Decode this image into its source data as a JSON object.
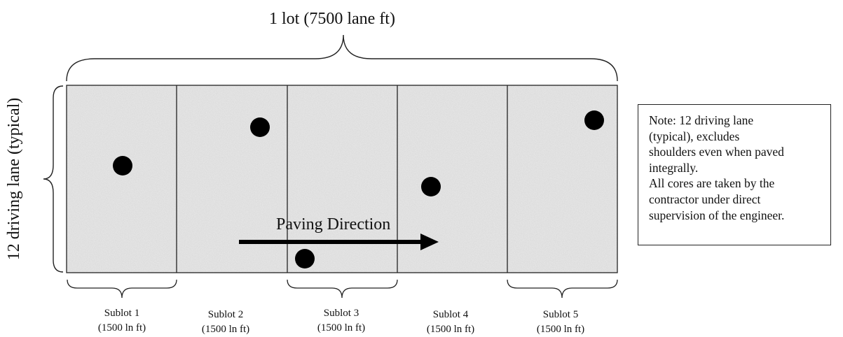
{
  "title": "1 lot (7500 lane ft)",
  "side_label": "12 driving lane (typical)",
  "direction_label": "Paving Direction",
  "sublots": [
    {
      "name": "Sublot 1",
      "length": "(1500 ln ft)",
      "braced": true
    },
    {
      "name": "Sublot 2",
      "length": "(1500 ln ft)",
      "braced": false
    },
    {
      "name": "Sublot 3",
      "length": "(1500 ln ft)",
      "braced": true
    },
    {
      "name": "Sublot 4",
      "length": "(1500 ln ft)",
      "braced": false
    },
    {
      "name": "Sublot 5",
      "length": "(1500 ln ft)",
      "braced": true
    }
  ],
  "note": {
    "lines": [
      "Note: 12 driving lane",
      "(typical), excludes",
      "shoulders even when paved",
      "integrally.",
      "All cores are taken by the",
      "contractor under direct",
      "supervision of the engineer."
    ]
  },
  "colors": {
    "pavement": "#e6e6e6",
    "core": "#000000",
    "lines": "#222222"
  }
}
